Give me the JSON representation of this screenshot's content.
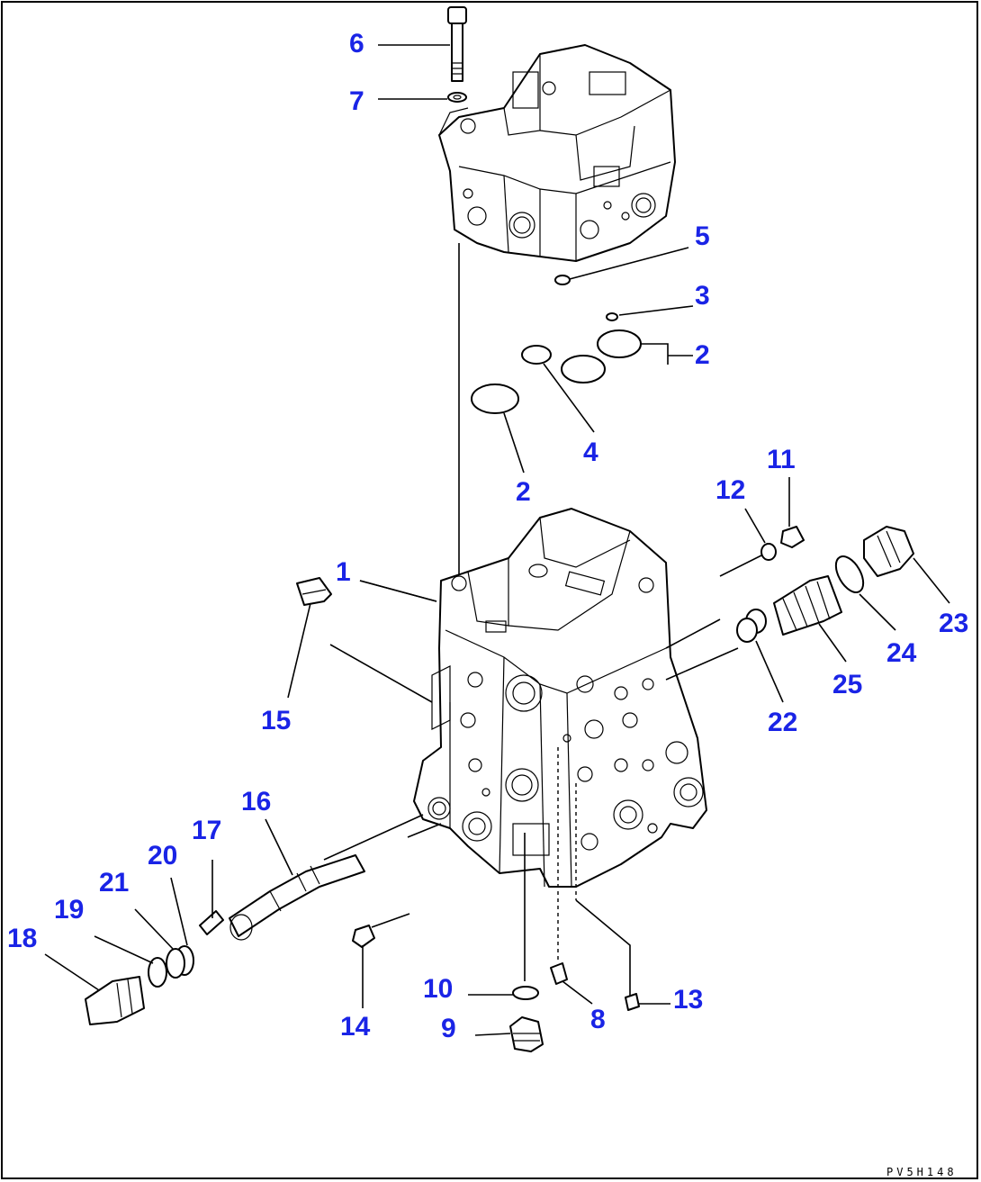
{
  "diagram": {
    "drawing_code": "PV5H148",
    "callouts": [
      {
        "id": "c1",
        "label": "1"
      },
      {
        "id": "c2a",
        "label": "2"
      },
      {
        "id": "c2b",
        "label": "2"
      },
      {
        "id": "c3",
        "label": "3"
      },
      {
        "id": "c4",
        "label": "4"
      },
      {
        "id": "c5",
        "label": "5"
      },
      {
        "id": "c6",
        "label": "6"
      },
      {
        "id": "c7",
        "label": "7"
      },
      {
        "id": "c8",
        "label": "8"
      },
      {
        "id": "c9",
        "label": "9"
      },
      {
        "id": "c10",
        "label": "10"
      },
      {
        "id": "c11",
        "label": "11"
      },
      {
        "id": "c12",
        "label": "12"
      },
      {
        "id": "c13",
        "label": "13"
      },
      {
        "id": "c14",
        "label": "14"
      },
      {
        "id": "c15",
        "label": "15"
      },
      {
        "id": "c16",
        "label": "16"
      },
      {
        "id": "c17",
        "label": "17"
      },
      {
        "id": "c18",
        "label": "18"
      },
      {
        "id": "c19",
        "label": "19"
      },
      {
        "id": "c20",
        "label": "20"
      },
      {
        "id": "c21",
        "label": "21"
      },
      {
        "id": "c22",
        "label": "22"
      },
      {
        "id": "c23",
        "label": "23"
      },
      {
        "id": "c24",
        "label": "24"
      },
      {
        "id": "c25",
        "label": "25"
      }
    ],
    "colors": {
      "callout": "#1a24e6",
      "line": "#000000",
      "background": "#ffffff"
    }
  }
}
